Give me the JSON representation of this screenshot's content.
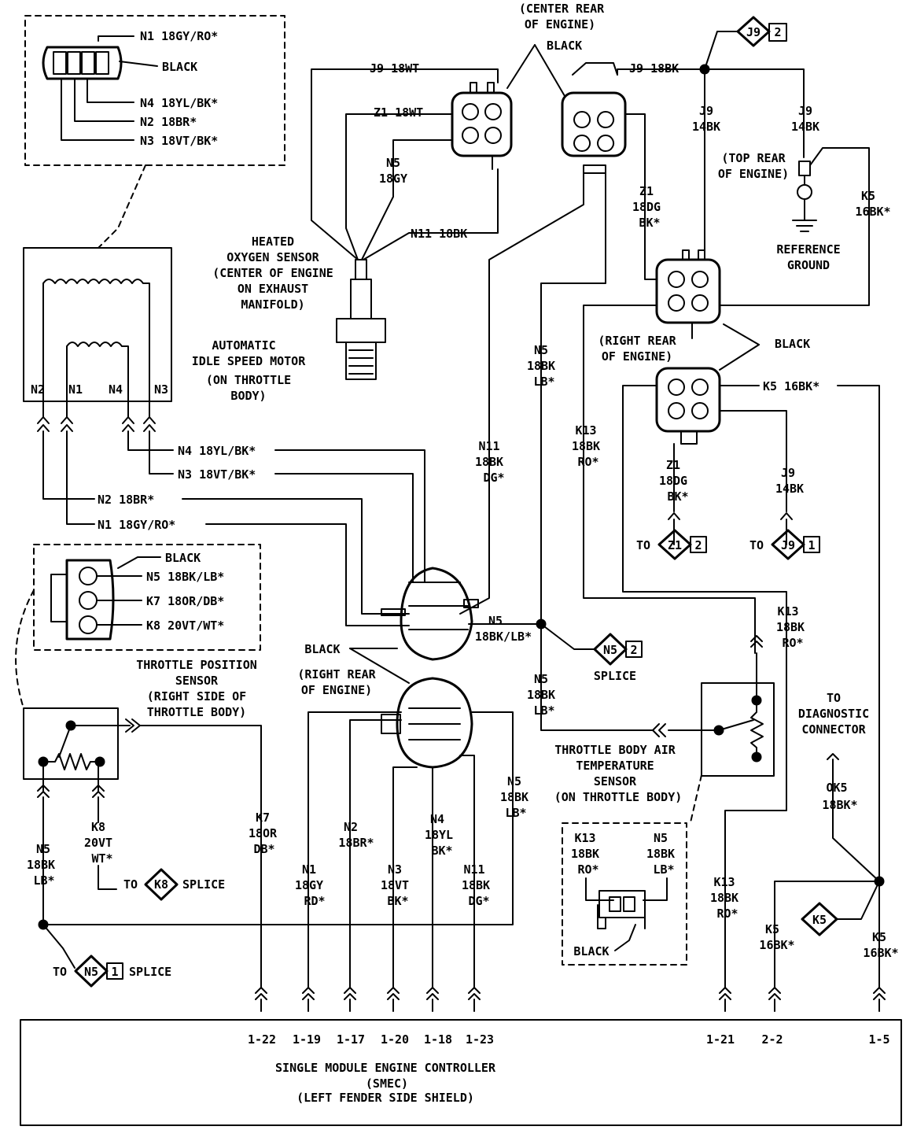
{
  "connectors": {
    "tps_inset": {
      "color_label": "BLACK",
      "pins": [
        "N5 18BK/LB*",
        "K7 18OR/DB*",
        "K8 20VT/WT*"
      ]
    },
    "iac_inset": {
      "color_label": "BLACK",
      "pins": [
        "N1 18GY/RO*",
        "N4 18YL/BK*",
        "N2 18BR*",
        "N3 18VT/BK*"
      ]
    },
    "iat_inset": {
      "left_wire": [
        "K13",
        "18BK",
        "RO*"
      ],
      "right_wire": [
        "N5",
        "18BK",
        "LB*"
      ],
      "color_label": "BLACK"
    }
  },
  "components": {
    "center_rear_location": [
      "(CENTER REAR",
      "OF ENGINE)"
    ],
    "center_rear_black": "BLACK",
    "o2_sensor": [
      "HEATED",
      "OXYGEN SENSOR",
      "(CENTER OF ENGINE",
      "ON EXHAUST",
      "MANIFOLD)"
    ],
    "top_rear_location": [
      "(TOP REAR",
      "OF ENGINE)"
    ],
    "reference_ground": [
      "REFERENCE",
      "GROUND"
    ],
    "iac_motor": [
      "AUTOMATIC",
      "IDLE SPEED MOTOR",
      "(ON THROTTLE",
      "BODY)"
    ],
    "right_rear_location": [
      "(RIGHT REAR",
      "OF ENGINE)"
    ],
    "right_rear_black": "BLACK",
    "rr_bottom_black": "BLACK",
    "rr_bottom_location": [
      "(RIGHT REAR",
      "OF ENGINE)"
    ],
    "tps": [
      "THROTTLE POSITION",
      "SENSOR",
      "(RIGHT SIDE OF",
      "THROTTLE BODY)"
    ],
    "iat": [
      "THROTTLE BODY AIR",
      "TEMPERATURE",
      "SENSOR",
      "(ON THROTTLE BODY)"
    ],
    "diag_connector": [
      "TO",
      "DIAGNOSTIC",
      "CONNECTOR"
    ],
    "smec": [
      "SINGLE MODULE ENGINE CONTROLLER",
      "(SMEC)",
      "(LEFT FENDER SIDE SHIELD)"
    ]
  },
  "iac_pins": [
    "N2",
    "N1",
    "N4",
    "N3"
  ],
  "wire_labels": {
    "j9_top_wt": "J9 18WT",
    "z1_wt": "Z1 18WT",
    "n5_gy": [
      "N5",
      "18GY"
    ],
    "n11_bk_o2": "N11 18BK",
    "j9_bk": "J9 18BK",
    "j9_14bk_a": [
      "J9",
      "14BK"
    ],
    "j9_14bk_b": [
      "J9",
      "14BK"
    ],
    "z1_18dg": [
      "Z1",
      "18DG",
      "BK*"
    ],
    "k5_top": [
      "K5",
      "16BK*"
    ],
    "n5_mid": [
      "N5",
      "18BK",
      "LB*"
    ],
    "n11_mid": [
      "N11",
      "18BK",
      "DG*"
    ],
    "k13_mid": [
      "K13",
      "18BK",
      "RO*"
    ],
    "k5_right": "K5 16BK*",
    "z1_lower": [
      "Z1",
      "18DG",
      "BK*"
    ],
    "j9_lower": [
      "J9",
      "14BK"
    ],
    "n4_wire": "N4 18YL/BK*",
    "n3_wire": "N3 18VT/BK*",
    "n2_wire": "N2 18BR*",
    "n1_wire": "N1 18GY/RO*",
    "n5_splice_wire": [
      "N5",
      "18BK/LB*"
    ],
    "n5_lower": [
      "N5",
      "18BK",
      "LB*"
    ],
    "k13_iat": [
      "K13",
      "18BK",
      "RO*"
    ],
    "tps_n5": [
      "N5",
      "18BK",
      "LB*"
    ],
    "tps_k8": [
      "K8",
      "20VT",
      "WT*"
    ],
    "k7": [
      "K7",
      "18OR",
      "DB*"
    ],
    "n1_v": [
      "N1",
      "18GY",
      "RD*"
    ],
    "n2_v": [
      "N2",
      "18BR*"
    ],
    "n3_v": [
      "N3",
      "18VT",
      "BK*"
    ],
    "n4_v": [
      "N4",
      "18YL",
      "BK*"
    ],
    "n11_v": [
      "N11",
      "18BK",
      "DG*"
    ],
    "n5_v": [
      "N5",
      "18BK",
      "LB*"
    ],
    "k13_low": [
      "K13",
      "18BK",
      "RO*"
    ],
    "k5_low": [
      "K5",
      "16BK*"
    ],
    "k5_far": [
      "K5",
      "16BK*"
    ],
    "ok5": [
      "OK5",
      "18BK*"
    ]
  },
  "references": {
    "j9_2": {
      "code": "J9",
      "page": "2"
    },
    "z1_2": {
      "prefix": "TO",
      "code": "Z1",
      "page": "2"
    },
    "j9_1": {
      "prefix": "TO",
      "code": "J9",
      "page": "1"
    },
    "n5_2": {
      "code": "N5",
      "page": "2",
      "note": "SPLICE"
    },
    "k8": {
      "prefix": "TO",
      "code": "K8",
      "note": "SPLICE"
    },
    "n5_1": {
      "prefix": "TO",
      "code": "N5",
      "page": "1",
      "note": "SPLICE"
    },
    "k5": {
      "code": "K5"
    }
  },
  "smec_pins": [
    "1-22",
    "1-19",
    "1-17",
    "1-20",
    "1-18",
    "1-23",
    "1-21",
    "2-2",
    "1-5"
  ]
}
